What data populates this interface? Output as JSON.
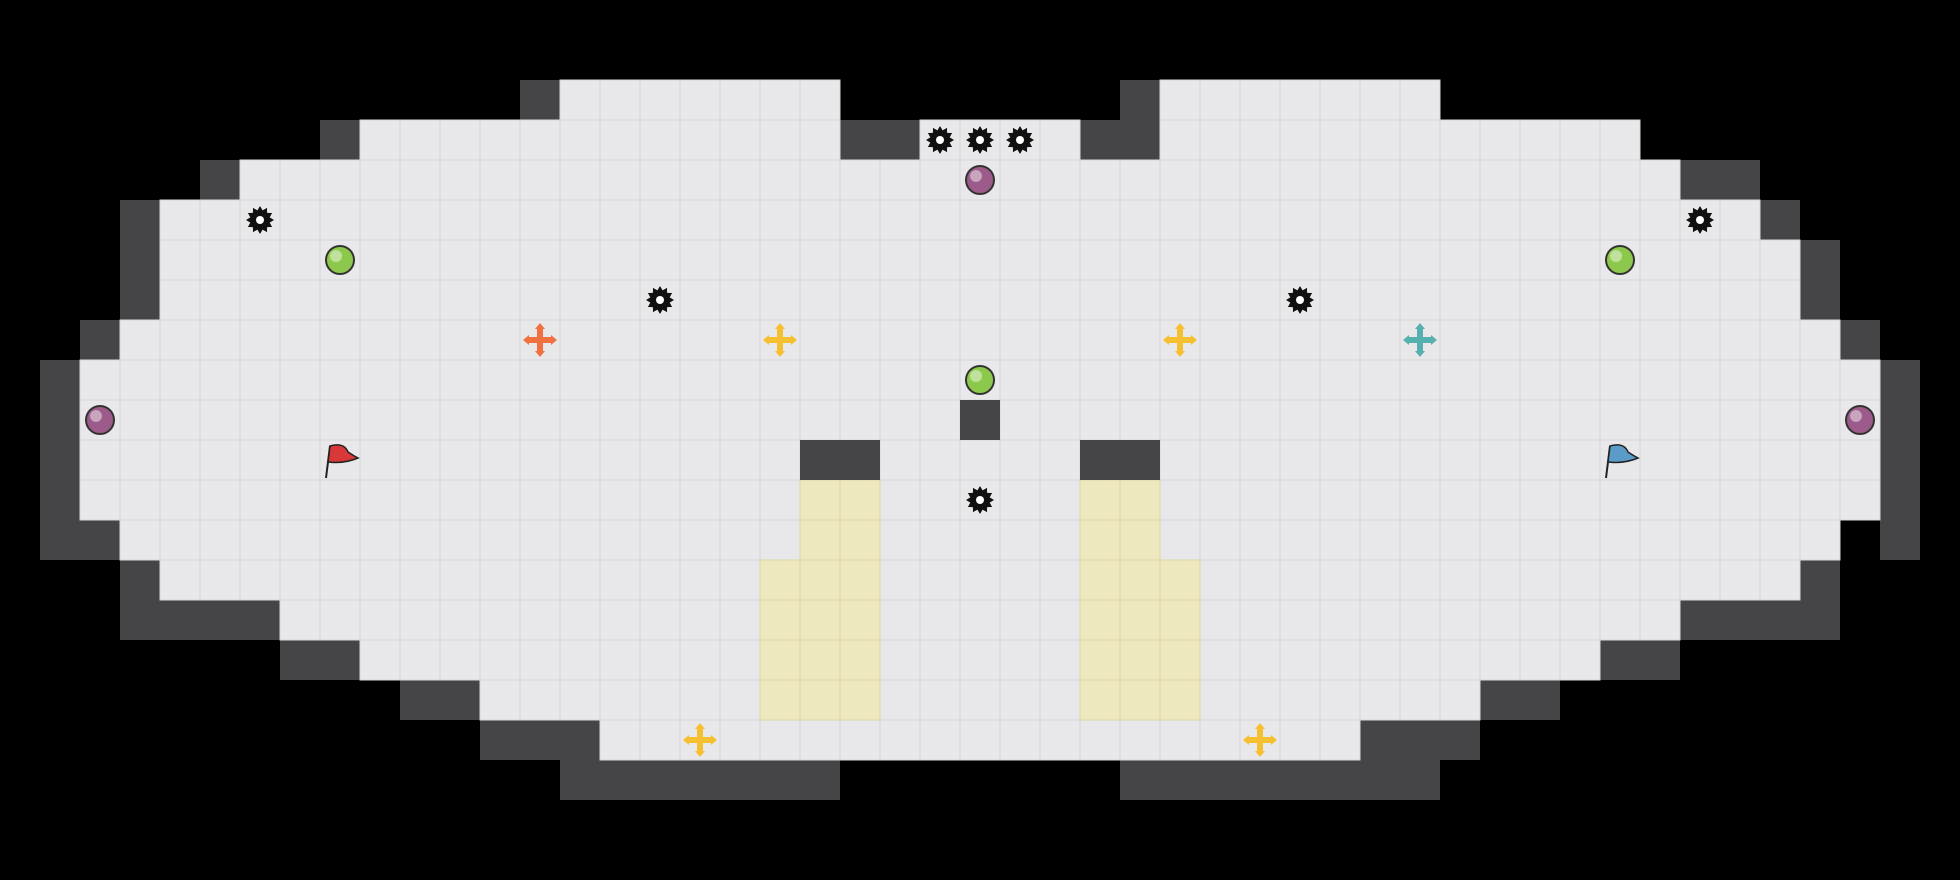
{
  "game": {
    "type": "capture-the-flag tile map",
    "tile_rows": [
      "",
      "",
      "",
      "             ######          ######",
      "        ######    #  # # ##  #    ######",
      "     ####         #        #         ####",
      "    ## #         ##        ##         # ##",
      "   ##                                   ##",
      "   #                                     #",
      "  ##                                     ##",
      " ##                                       ##",
      " #                        #                #",
      " #                  #     #     #          #",
      " #                  ##    #    ##          #",
      " ##                  ###     ###          ##",
      "   #                                     #",
      "   ###                                 ###",
      "       ##                          ##",
      "        ###                      ###",
      "           ##     #       #     ##",
      "             ######       ######"
    ],
    "colors": {
      "wall": "#454547",
      "floor": "#e8e8ea",
      "grid_line": "#d6d6d9",
      "neutral_zone": "#ede8bd",
      "background": "#000000",
      "red_flag": "#d83838",
      "blue_flag": "#5a9bc8",
      "powerup_purple": "#9b5a8a",
      "powerup_green": "#8cc84b",
      "boost_yellow": "#f5c030",
      "boost_orange": "#f07040",
      "boost_teal": "#55b0b0"
    },
    "flags": [
      {
        "team": "red",
        "icon": "red-flag-icon",
        "tile": [
          8,
          11
        ]
      },
      {
        "team": "blue",
        "icon": "blue-flag-icon",
        "tile": [
          40,
          11
        ]
      }
    ],
    "spikes": [
      {
        "tile": [
          23,
          3
        ]
      },
      {
        "tile": [
          24,
          3
        ]
      },
      {
        "tile": [
          25,
          3
        ]
      },
      {
        "tile": [
          6,
          5
        ]
      },
      {
        "tile": [
          42,
          5
        ]
      },
      {
        "tile": [
          16,
          7
        ]
      },
      {
        "tile": [
          32,
          7
        ]
      },
      {
        "tile": [
          24,
          12
        ]
      }
    ],
    "powerups": [
      {
        "kind": "purple",
        "tile": [
          24,
          4
        ]
      },
      {
        "kind": "green",
        "tile": [
          8,
          6
        ]
      },
      {
        "kind": "green",
        "tile": [
          40,
          6
        ]
      },
      {
        "kind": "green",
        "tile": [
          24,
          9
        ]
      },
      {
        "kind": "purple",
        "tile": [
          2,
          10
        ]
      },
      {
        "kind": "purple",
        "tile": [
          46,
          10
        ]
      }
    ],
    "boosts": [
      {
        "team": "orange",
        "tile": [
          13,
          8
        ]
      },
      {
        "team": "yellow",
        "tile": [
          19,
          8
        ]
      },
      {
        "team": "yellow",
        "tile": [
          29,
          8
        ]
      },
      {
        "team": "teal",
        "tile": [
          35,
          8
        ]
      },
      {
        "team": "yellow",
        "tile": [
          17,
          18
        ]
      },
      {
        "team": "yellow",
        "tile": [
          31,
          18
        ]
      }
    ]
  }
}
